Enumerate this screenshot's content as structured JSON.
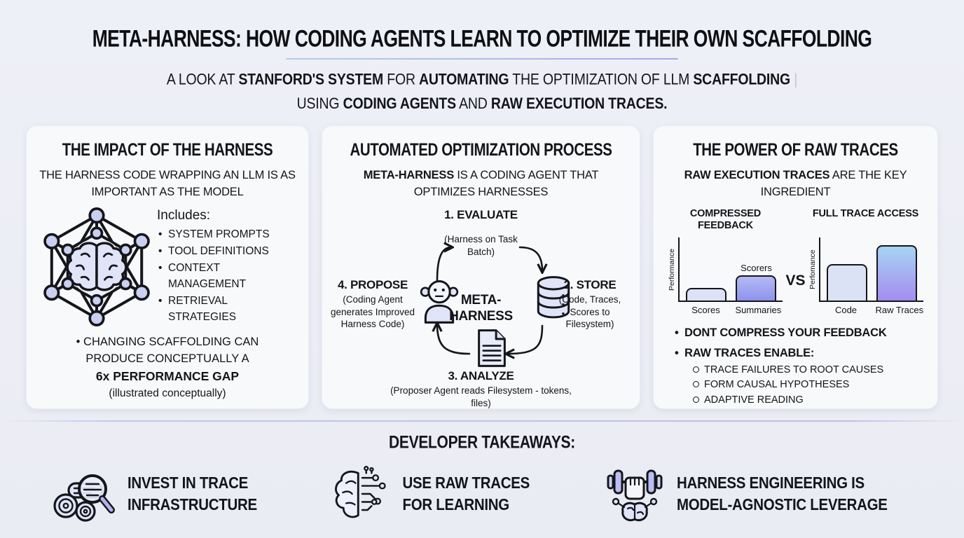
{
  "page": {
    "title": "META-HARNESS: HOW CODING AGENTS LEARN TO OPTIMIZE THEIR OWN SCAFFOLDING",
    "subtitle_segments": [
      {
        "text": "A LOOK AT "
      },
      {
        "text": "STANFORD'S SYSTEM",
        "bold": true
      },
      {
        "text": " FOR "
      },
      {
        "text": "AUTOMATING",
        "bold": true
      },
      {
        "text": " THE OPTIMIZATION OF LLM "
      },
      {
        "text": "SCAFFOLDING",
        "bold": true
      },
      {
        "text": " |",
        "muted": true
      },
      {
        "text": "USING ",
        "br": true
      },
      {
        "text": "CODING AGENTS",
        "bold": true
      },
      {
        "text": " AND "
      },
      {
        "text": "RAW EXECUTION TRACES.",
        "bold": true
      }
    ]
  },
  "panels": {
    "impact": {
      "title": "THE IMPACT OF THE HARNESS",
      "subtitle": "THE HARNESS CODE WRAPPING AN LLM IS AS IMPORTANT AS THE MODEL",
      "icon": "brain-network-icon",
      "includes_label": "Includes:",
      "includes_items": [
        "SYSTEM PROMPTS",
        "TOOL DEFINITIONS",
        "CONTEXT MANAGEMENT",
        "RETRIEVAL STRATEGIES"
      ],
      "highlight_segments": [
        {
          "text": "• CHANGING SCAFFOLDING CAN PRODUCE CONCEPTUALLY A"
        },
        {
          "text": "6x PERFORMANCE GAP",
          "bold": true,
          "br": true
        }
      ],
      "highlight_note": "(illustrated conceptually)"
    },
    "process": {
      "title": "AUTOMATED OPTIMIZATION PROCESS",
      "subtitle_segments": [
        {
          "text": "META-HARNESS",
          "bold": true
        },
        {
          "text": " IS A CODING AGENT THAT OPTIMIZES HARNESSES"
        }
      ],
      "center_label": "META-HARNESS",
      "steps": [
        {
          "label": "1. EVALUATE",
          "note": "(Harness on Task Batch)"
        },
        {
          "label": "2. STORE",
          "note": "(Code, Traces, Scores to Filesystem)",
          "icon": "database-icon"
        },
        {
          "label": "3. ANALYZE",
          "note": "(Proposer Agent reads Filesystem - tokens, files)",
          "icon": "document-icon"
        },
        {
          "label": "4. PROPOSE",
          "note": "(Coding Agent generates Improved Harness Code)",
          "icon": "agent-icon"
        }
      ]
    },
    "traces": {
      "title": "THE POWER OF RAW TRACES",
      "subtitle_segments": [
        {
          "text": "RAW EXECUTION TRACES",
          "bold": true
        },
        {
          "text": " ARE THE KEY INGREDIENT"
        }
      ],
      "vs_label": "VS",
      "bullet_1": "DONT COMPRESS YOUR FEEDBACK",
      "bullet_2": "RAW TRACES ENABLE:",
      "sub_bullets": [
        "TRACE FAILURES TO ROOT CAUSES",
        "FORM CAUSAL HYPOTHESES",
        "ADAPTIVE READING"
      ]
    }
  },
  "chart_data": [
    {
      "type": "bar",
      "title": "COMPRESSED FEEDBACK",
      "ylabel": "Performance",
      "categories": [
        "Scores",
        "Summaries"
      ],
      "values": [
        20,
        40
      ],
      "ylim": [
        0,
        100
      ],
      "grid": false,
      "annotations": [
        {
          "text": "Scorers",
          "target": "Summaries"
        }
      ],
      "bar_colors": [
        "#dce2f6",
        "linear-gradient(180deg,#b5baf3,#8e92ee)"
      ]
    },
    {
      "type": "bar",
      "title": "FULL TRACE ACCESS",
      "ylabel": "Perfomance",
      "categories": [
        "Code",
        "Raw Traces"
      ],
      "values": [
        58,
        88
      ],
      "ylim": [
        0,
        100
      ],
      "grid": false,
      "annotations": [],
      "bar_colors": [
        "#dce2f6",
        "linear-gradient(180deg,#a8d4f2,#a48cf0)"
      ]
    }
  ],
  "footer": {
    "heading": "DEVELOPER TAKEAWAYS:",
    "items": [
      {
        "icon": "trace-logs-magnifier-icon",
        "label": "INVEST IN TRACE INFRASTRUCTURE"
      },
      {
        "icon": "brain-circuit-icon",
        "label": "USE RAW TRACES FOR LEARNING"
      },
      {
        "icon": "dumbbell-brain-icon",
        "label": "HARNESS ENGINEERING IS MODEL-AGNOSTIC LEVERAGE"
      }
    ]
  },
  "colors": {
    "background": "#edeff6",
    "panel": "#f8f9fb",
    "text": "#141519",
    "lavender_fill": "#dfe4f8",
    "node_fill": "#c9d0f1",
    "light_bar": "#dce2f6",
    "bar_purple_top": "#b5baf3",
    "bar_purple_bottom": "#8e92ee",
    "bar_blue_top": "#a8d4f2",
    "bar_violet_bottom": "#a48cf0",
    "divider_blue": "#a9c2e9",
    "divider_purple": "#9e93dd"
  }
}
